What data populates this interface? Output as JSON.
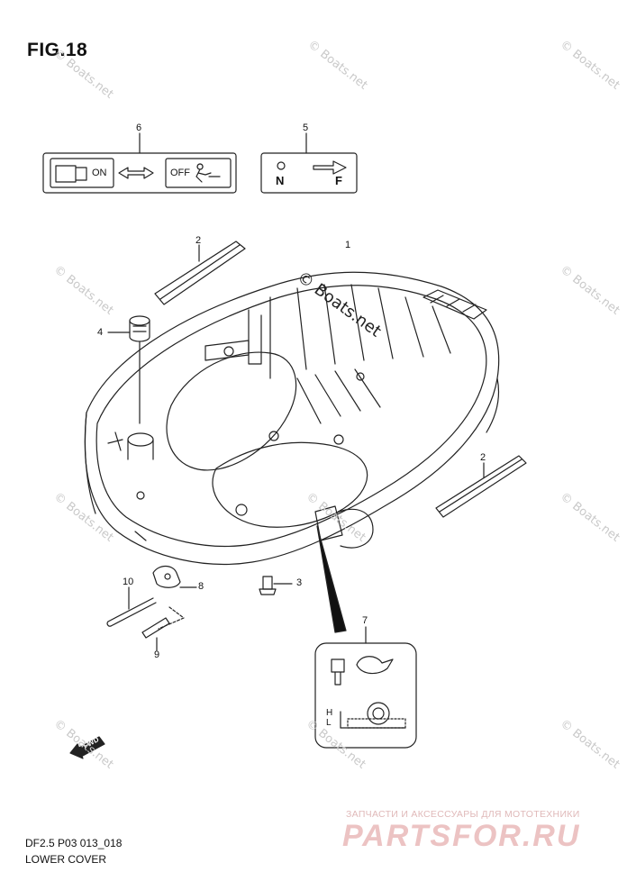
{
  "figure": {
    "title": "FIG.18"
  },
  "callouts": [
    "1",
    "2",
    "2",
    "3",
    "4",
    "5",
    "6",
    "7",
    "8",
    "9",
    "10"
  ],
  "label_6": {
    "on": "ON",
    "off": "OFF"
  },
  "label_5": {
    "neutral": "N",
    "forward": "F"
  },
  "detail_7": {
    "high": "H",
    "low": "L"
  },
  "fwd_arrow": "FWD",
  "watermark": "© Boats.net",
  "footer": {
    "code": "DF2.5 P03 013_018",
    "name": "LOWER COVER"
  },
  "shop": {
    "tagline": "ЗАПЧАСТИ И АКСЕССУАРЫ ДЛЯ МОТОТЕХНИКИ",
    "logo": "PARTSFOR.RU"
  }
}
